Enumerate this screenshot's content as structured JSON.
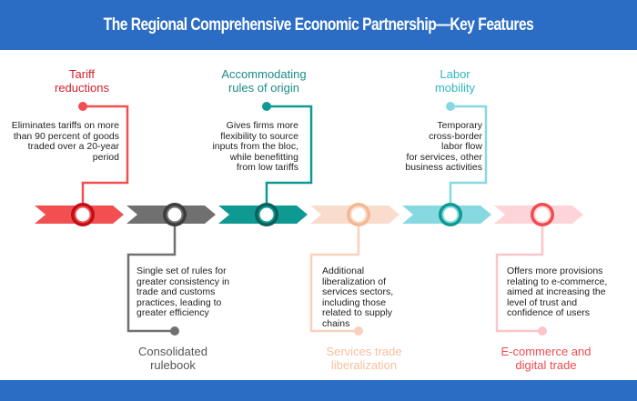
{
  "header": {
    "title": "The Regional Comprehensive Economic Partnership—Key Features"
  },
  "features": [
    {
      "title": "Tariff\nreductions",
      "title_lines": [
        "Tariff",
        "reductions"
      ],
      "description_lines": [
        "Eliminates tariffs on more",
        "than 90 percent of goods",
        "traded over a 20-year",
        "period"
      ],
      "position": "top",
      "color": "#f25050",
      "ring_color": "#c20d17",
      "title_color": "#d6202a"
    },
    {
      "title_lines": [
        "Consolidated",
        "rulebook"
      ],
      "description_lines": [
        "Single set of rules for",
        "greater consistency in",
        "trade and customs",
        "practices, leading to",
        "greater efficiency"
      ],
      "position": "bottom",
      "color": "#707070",
      "ring_color": "#3d3d3d",
      "title_color": "#555555"
    },
    {
      "title_lines": [
        "Accommodating",
        "rules of origin"
      ],
      "description_lines": [
        "Gives firms more",
        "flexibility to source",
        "inputs from the bloc,",
        "while benefitting",
        "from low tariffs"
      ],
      "position": "top",
      "color": "#0e9a93",
      "ring_color": "#0b5f5a",
      "title_color": "#1a8c87"
    },
    {
      "title_lines": [
        "Services trade",
        "liberalization"
      ],
      "description_lines": [
        "Additional",
        "liberalization of",
        "services sectors,",
        "including those",
        "related to supply",
        "chains"
      ],
      "position": "bottom",
      "color": "#f9dccb",
      "ring_color": "#f5b892",
      "title_color": "#f7bf9e"
    },
    {
      "title_lines": [
        "Labor",
        "mobility"
      ],
      "description_lines": [
        "Temporary",
        "cross-border",
        "labor flow",
        "for services, other",
        "business activities"
      ],
      "position": "top",
      "color": "#86d8e1",
      "ring_color": "#0e9a93",
      "title_color": "#2fb8c0"
    },
    {
      "title_lines": [
        "E-commerce and",
        "digital trade"
      ],
      "description_lines": [
        "Offers more provisions",
        "relating to e-commerce,",
        "aimed at increasing the",
        "level of trust and",
        "confidence of users"
      ],
      "position": "bottom",
      "color": "#fdd5d8",
      "ring_color": "#f24a4f",
      "title_color": "#f24a4f"
    }
  ]
}
